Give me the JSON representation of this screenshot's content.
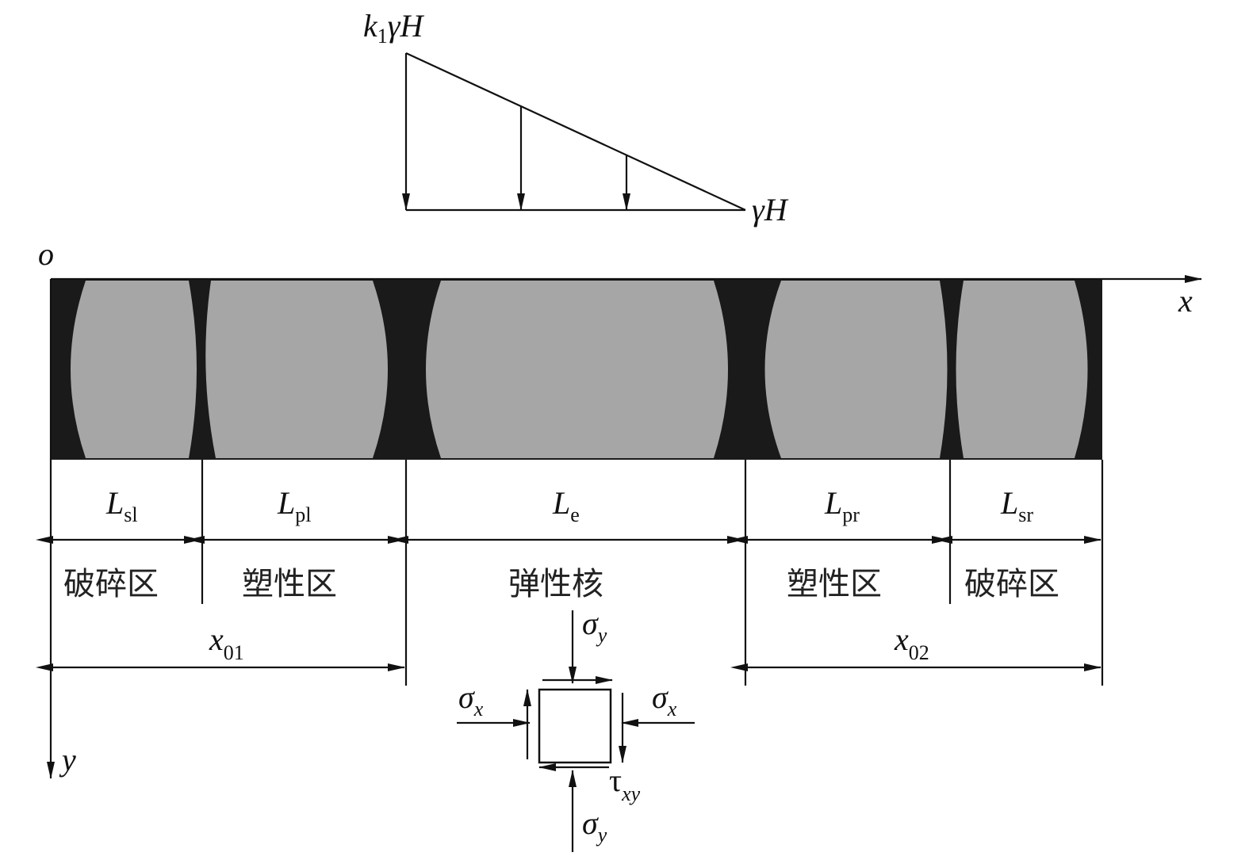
{
  "load": {
    "top_label": "k",
    "top_sub": "1",
    "top_rest": "γH",
    "bottom_label": "γH"
  },
  "axes": {
    "origin": "o",
    "x": "x",
    "y": "y"
  },
  "segments": [
    {
      "L": "L",
      "sub": "sl",
      "zone": "破碎区"
    },
    {
      "L": "L",
      "sub": "pl",
      "zone": "塑性区"
    },
    {
      "L": "L",
      "sub": "e",
      "zone": "弹性核"
    },
    {
      "L": "L",
      "sub": "pr",
      "zone": "塑性区"
    },
    {
      "L": "L",
      "sub": "sr",
      "zone": "破碎区"
    }
  ],
  "dims": {
    "x01": "x",
    "x01_sub": "01",
    "x02": "x",
    "x02_sub": "02"
  },
  "element": {
    "sigma": "σ",
    "sub_y": "y",
    "sub_x": "x",
    "tau": "τ",
    "sub_xy": "xy"
  },
  "colors": {
    "coal": "#1a1a1a",
    "zone": "#a6a6a6"
  }
}
